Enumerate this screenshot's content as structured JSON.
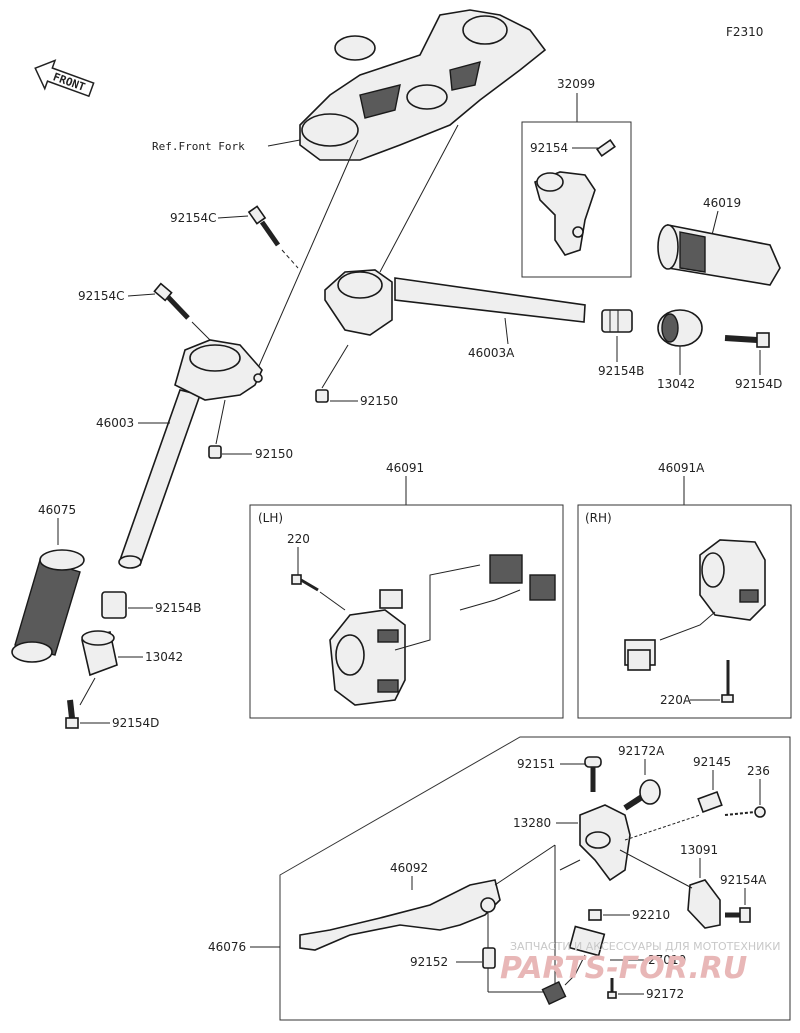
{
  "figure_code": "F2310",
  "front_label": "FRONT",
  "ref_label": "Ref.Front Fork",
  "box_lh_label": "(LH)",
  "box_rh_label": "(RH)",
  "parts": {
    "p32099": "32099",
    "p92154": "92154",
    "p46019": "46019",
    "p92154C_a": "92154C",
    "p92154C_b": "92154C",
    "p46003A": "46003A",
    "p92154B_r": "92154B",
    "p13042_r": "13042",
    "p92154D_r": "92154D",
    "p92150_a": "92150",
    "p46003": "46003",
    "p92150_b": "92150",
    "p46091": "46091",
    "p46091A": "46091A",
    "p46075": "46075",
    "p220": "220",
    "p92154B_l": "92154B",
    "p13042_l": "13042",
    "p92154D_l": "92154D",
    "p220A": "220A",
    "p92151": "92151",
    "p92172A": "92172A",
    "p92145": "92145",
    "p236": "236",
    "p13280": "13280",
    "p13091": "13091",
    "p46092": "46092",
    "p92154A": "92154A",
    "p92210": "92210",
    "p46076": "46076",
    "p92152": "92152",
    "p27010": "27010",
    "p92172": "92172"
  },
  "watermark": {
    "line1": "ЗАПЧАСТИ И АКСЕССУАРЫ ДЛЯ МОТОТЕХНИКИ",
    "line2": "PARTS-FOR.RU"
  }
}
